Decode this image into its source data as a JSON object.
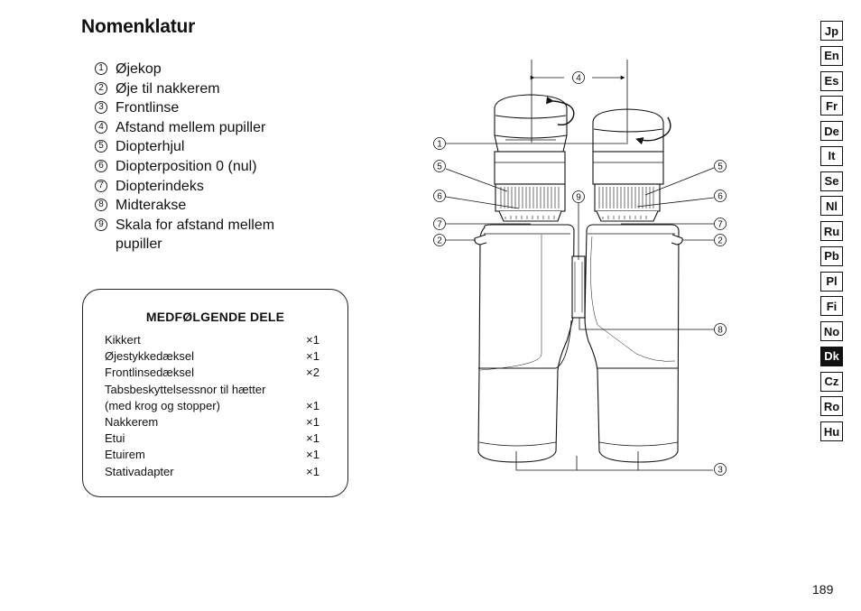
{
  "title": "Nomenklatur",
  "nomenclature": [
    {
      "num": "1",
      "label": "Øjekop"
    },
    {
      "num": "2",
      "label": "Øje til nakkerem"
    },
    {
      "num": "3",
      "label": "Frontlinse"
    },
    {
      "num": "4",
      "label": "Afstand mellem pupiller"
    },
    {
      "num": "5",
      "label": "Diopterhjul"
    },
    {
      "num": "6",
      "label": "Diopterposition 0 (nul)"
    },
    {
      "num": "7",
      "label": "Diopterindeks"
    },
    {
      "num": "8",
      "label": "Midterakse"
    },
    {
      "num": "9",
      "label": "Skala for afstand mellem pupiller"
    }
  ],
  "included_parts": {
    "heading": "MEDFØLGENDE DELE",
    "rows": [
      {
        "item": "Kikkert",
        "qty": "×1"
      },
      {
        "item": "Øjestykkedæksel",
        "qty": "×1"
      },
      {
        "item": "Frontlinsedæksel",
        "qty": "×2"
      },
      {
        "item": "Tabsbeskyttelsessnor til hætter",
        "qty": ""
      },
      {
        "item": "(med krog og stopper)",
        "qty": "×1"
      },
      {
        "item": "Nakkerem",
        "qty": "×1"
      },
      {
        "item": "Etui",
        "qty": "×1"
      },
      {
        "item": "Etuirem",
        "qty": "×1"
      },
      {
        "item": "Stativadapter",
        "qty": "×1"
      }
    ]
  },
  "diagram_callouts": {
    "c1": "1",
    "c2l": "2",
    "c2r": "2",
    "c3": "3",
    "c4": "4",
    "c5l": "5",
    "c5r": "5",
    "c6l": "6",
    "c6r": "6",
    "c7l": "7",
    "c7r": "7",
    "c8": "8",
    "c9": "9"
  },
  "languages": [
    "Jp",
    "En",
    "Es",
    "Fr",
    "De",
    "It",
    "Se",
    "Nl",
    "Ru",
    "Pb",
    "Pl",
    "Fi",
    "No",
    "Dk",
    "Cz",
    "Ro",
    "Hu"
  ],
  "active_language": "Dk",
  "page_number": "189"
}
